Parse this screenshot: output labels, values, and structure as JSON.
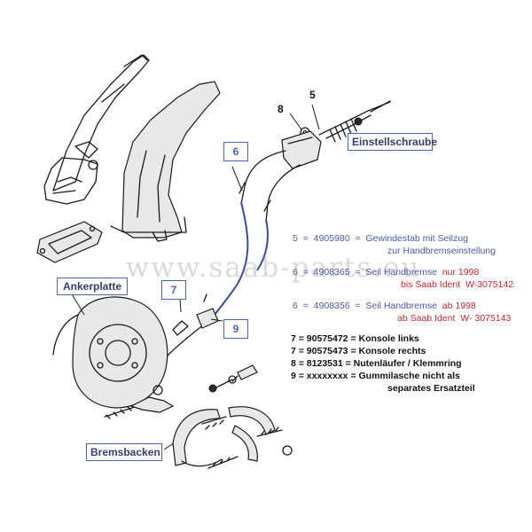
{
  "callouts": {
    "n8": "8",
    "n5": "5",
    "n6": "6",
    "n7": "7",
    "n9": "9",
    "einstellschraube": "Einstellschraube",
    "ankerplatte": "Ankerplatte",
    "bremsbacken": "Bremsbacken"
  },
  "watermark": "www.saab-parts.eu",
  "legend": {
    "item5": {
      "pos": "5",
      "eq": "=",
      "part": "4905980",
      "eq2": "=",
      "desc": "Gewindestab mit Seilzug",
      "desc2": "zur Handbremseinstellung"
    },
    "item6a": {
      "pos": "6",
      "eq": "=",
      "part": "4908365",
      "eq2": "=",
      "desc": "Seil Handbremse",
      "note": "nur 1998",
      "note2a": "bis Saab Ident",
      "note2b": "W-3075142"
    },
    "item6b": {
      "pos": "6",
      "eq": "=",
      "part": "4908356",
      "eq2": "=",
      "desc": "Seil Handbremse",
      "note": "ab 1998",
      "note2a": "ab Saab Ident",
      "note2b": "W- 3075143"
    },
    "item7a": {
      "text": "7  =  90575472  =  Konsole  links"
    },
    "item7b": {
      "text": "7  =  90575473  =  Konsole  rechts"
    },
    "item8": {
      "text": "8  =  8123531  =  Nutenläufer / Klemmring"
    },
    "item9": {
      "text": "9  =  xxxxxxxx  =  Gummilasche nicht als",
      "text2": "separates Ersatzteil"
    }
  }
}
